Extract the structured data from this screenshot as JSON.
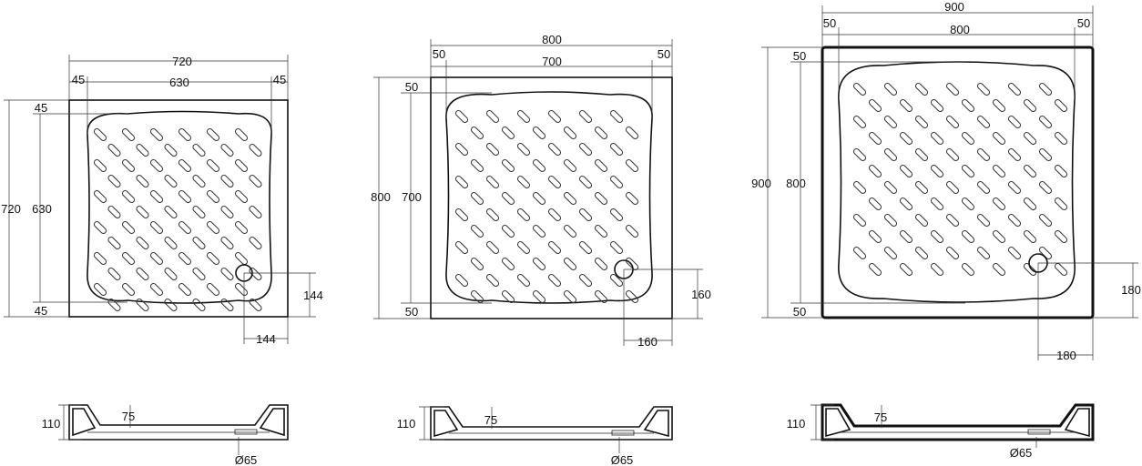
{
  "drawings": [
    {
      "id": "tray-720",
      "top_view": {
        "overall_width": "720",
        "border_left": "45",
        "basin_width": "630",
        "border_right": "45",
        "overall_height": "720",
        "basin_height": "630",
        "border_top": "45",
        "border_bottom": "45",
        "drain_offset_x": "144",
        "drain_offset_y": "144"
      },
      "side_view": {
        "height": "110",
        "inner_depth": "75",
        "drain_diameter": "Ø65"
      }
    },
    {
      "id": "tray-800",
      "top_view": {
        "overall_width": "800",
        "border_left": "50",
        "basin_width": "700",
        "border_right": "50",
        "overall_height": "800",
        "basin_height": "700",
        "border_top": "50",
        "border_bottom": "50",
        "drain_offset_x": "160",
        "drain_offset_y": "160"
      },
      "side_view": {
        "height": "110",
        "inner_depth": "75",
        "drain_diameter": "Ø65"
      }
    },
    {
      "id": "tray-900",
      "top_view": {
        "overall_width": "900",
        "border_left": "50",
        "basin_width": "800",
        "border_right": "50",
        "overall_height": "900",
        "basin_height": "800",
        "border_top": "50",
        "border_bottom": "50",
        "drain_offset_x": "180",
        "drain_offset_y": "180"
      },
      "side_view": {
        "height": "110",
        "inner_depth": "75",
        "drain_diameter": "Ø65"
      }
    }
  ]
}
